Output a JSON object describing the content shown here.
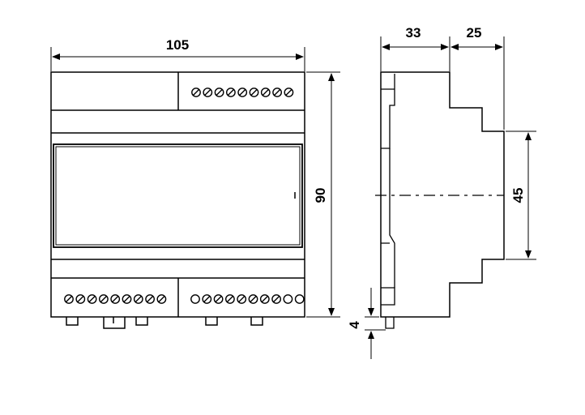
{
  "dimensions": {
    "front_width": "105",
    "front_height": "90",
    "side_depth_1": "33",
    "side_depth_2": "25",
    "side_height": "45",
    "clip_height": "4"
  },
  "terminals": {
    "top_row": [
      "screw",
      "screw",
      "screw",
      "screw",
      "screw",
      "screw",
      "screw",
      "screw",
      "screw"
    ],
    "bottom_left": [
      "screw",
      "screw",
      "screw",
      "screw",
      "screw",
      "screw",
      "screw",
      "screw",
      "screw"
    ],
    "bottom_right": [
      "open",
      "screw",
      "screw",
      "screw",
      "screw",
      "screw",
      "screw",
      "screw",
      "open",
      "open"
    ]
  }
}
